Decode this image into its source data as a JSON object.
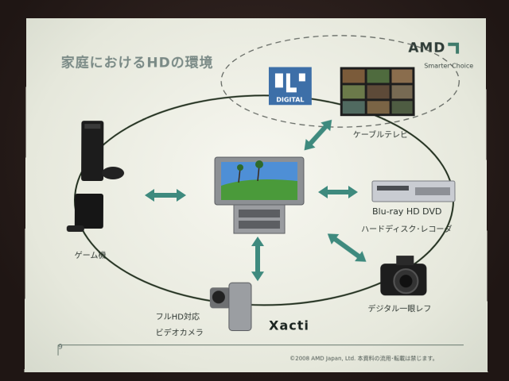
{
  "slide": {
    "title": "家庭におけるHDの環境",
    "page_number": "9",
    "copyright": "©2008  AMD Japan, Ltd. 本資料の流用･転載は禁じます。"
  },
  "logo": {
    "name": "AMD",
    "tagline": "Smarter Choice"
  },
  "devices": {
    "digital_tv_logo_text": "DIGITAL",
    "cable_tv": "ケーブルテレビ",
    "game_console": "ゲーム機",
    "bluray": "Blu-ray HD DVD",
    "hdd_recorder": "ハードディスク･レコーダ",
    "camcorder_line1": "フルHD対応",
    "camcorder_line2": "ビデオカメラ",
    "camcorder_brand": "Xacti",
    "dslr": "デジタル一眼レフ"
  },
  "colors": {
    "arrow": "#3e8a7e",
    "ring": "#22301f",
    "title": "#7a8a86"
  }
}
